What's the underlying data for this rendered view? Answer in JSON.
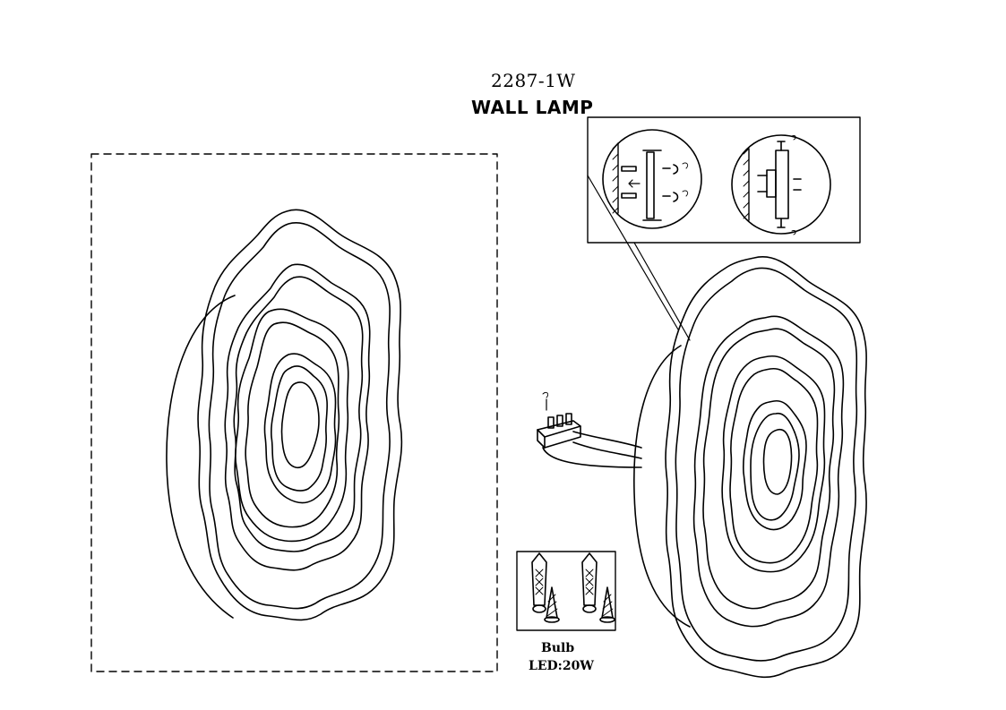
{
  "header": {
    "model_number": "2287-1W",
    "product_name": "WALL LAMP"
  },
  "bulb": {
    "label": "Bulb",
    "spec": "LED:20W"
  }
}
